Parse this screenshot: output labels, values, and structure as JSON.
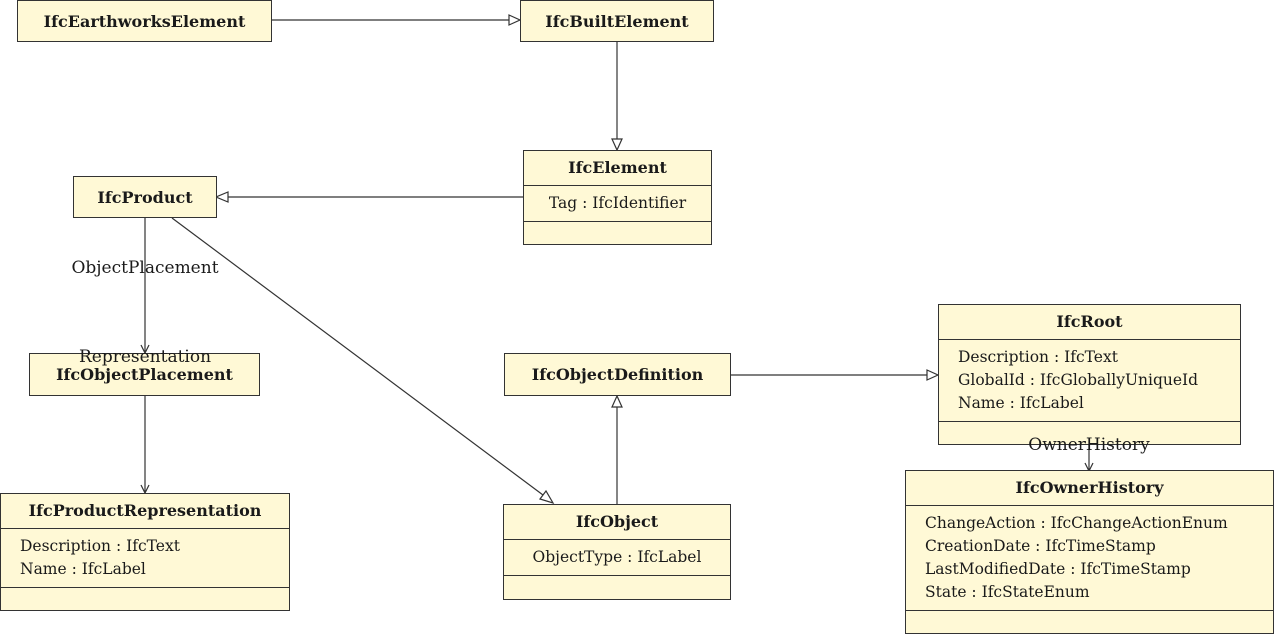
{
  "classes": {
    "earthworks": {
      "name": "IfcEarthworksElement"
    },
    "built": {
      "name": "IfcBuiltElement"
    },
    "element": {
      "name": "IfcElement",
      "attrs": [
        "Tag : IfcIdentifier"
      ]
    },
    "product": {
      "name": "IfcProduct"
    },
    "placement": {
      "name": "IfcObjectPlacement"
    },
    "prodrep": {
      "name": "IfcProductRepresentation",
      "attrs": [
        "Description : IfcText",
        "Name : IfcLabel"
      ]
    },
    "objdef": {
      "name": "IfcObjectDefinition"
    },
    "object": {
      "name": "IfcObject",
      "attrs": [
        "ObjectType : IfcLabel"
      ]
    },
    "root": {
      "name": "IfcRoot",
      "attrs": [
        "Description : IfcText",
        "GlobalId : IfcGloballyUniqueId",
        "Name : IfcLabel"
      ]
    },
    "ownerhistory": {
      "name": "IfcOwnerHistory",
      "attrs": [
        "ChangeAction : IfcChangeActionEnum",
        "CreationDate : IfcTimeStamp",
        "LastModifiedDate : IfcTimeStamp",
        "State : IfcStateEnum"
      ]
    }
  },
  "edge_labels": {
    "object_placement": "ObjectPlacement",
    "representation": "Representation",
    "owner_history": "OwnerHistory"
  },
  "colors": {
    "class_fill": "#fff9d6",
    "line": "#333333"
  }
}
